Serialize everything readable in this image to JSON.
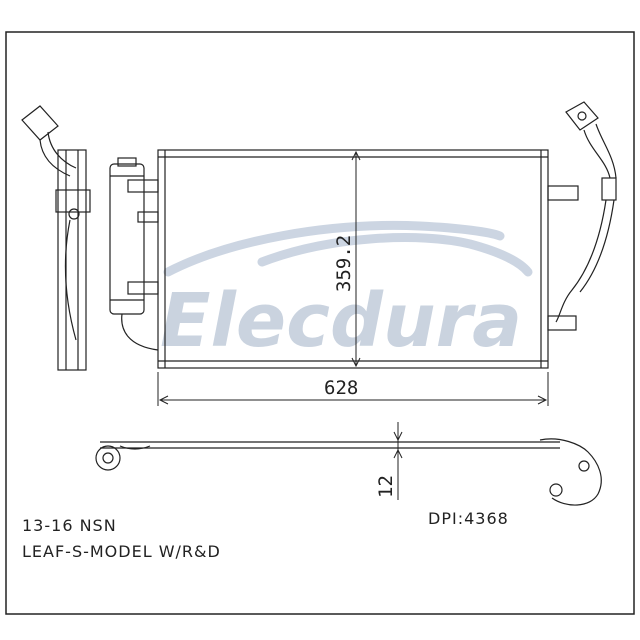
{
  "watermark": {
    "brand": "Elecdura",
    "color": "#9fb0c6"
  },
  "dimensions": {
    "width": "628",
    "height": "359.2",
    "thickness": "12"
  },
  "captions": {
    "line1": "13-16 NSN",
    "line2": "LEAF-S-MODEL W/R&D",
    "dpi": "DPI:4368"
  },
  "colors": {
    "line": "#222222",
    "background": "#ffffff"
  }
}
